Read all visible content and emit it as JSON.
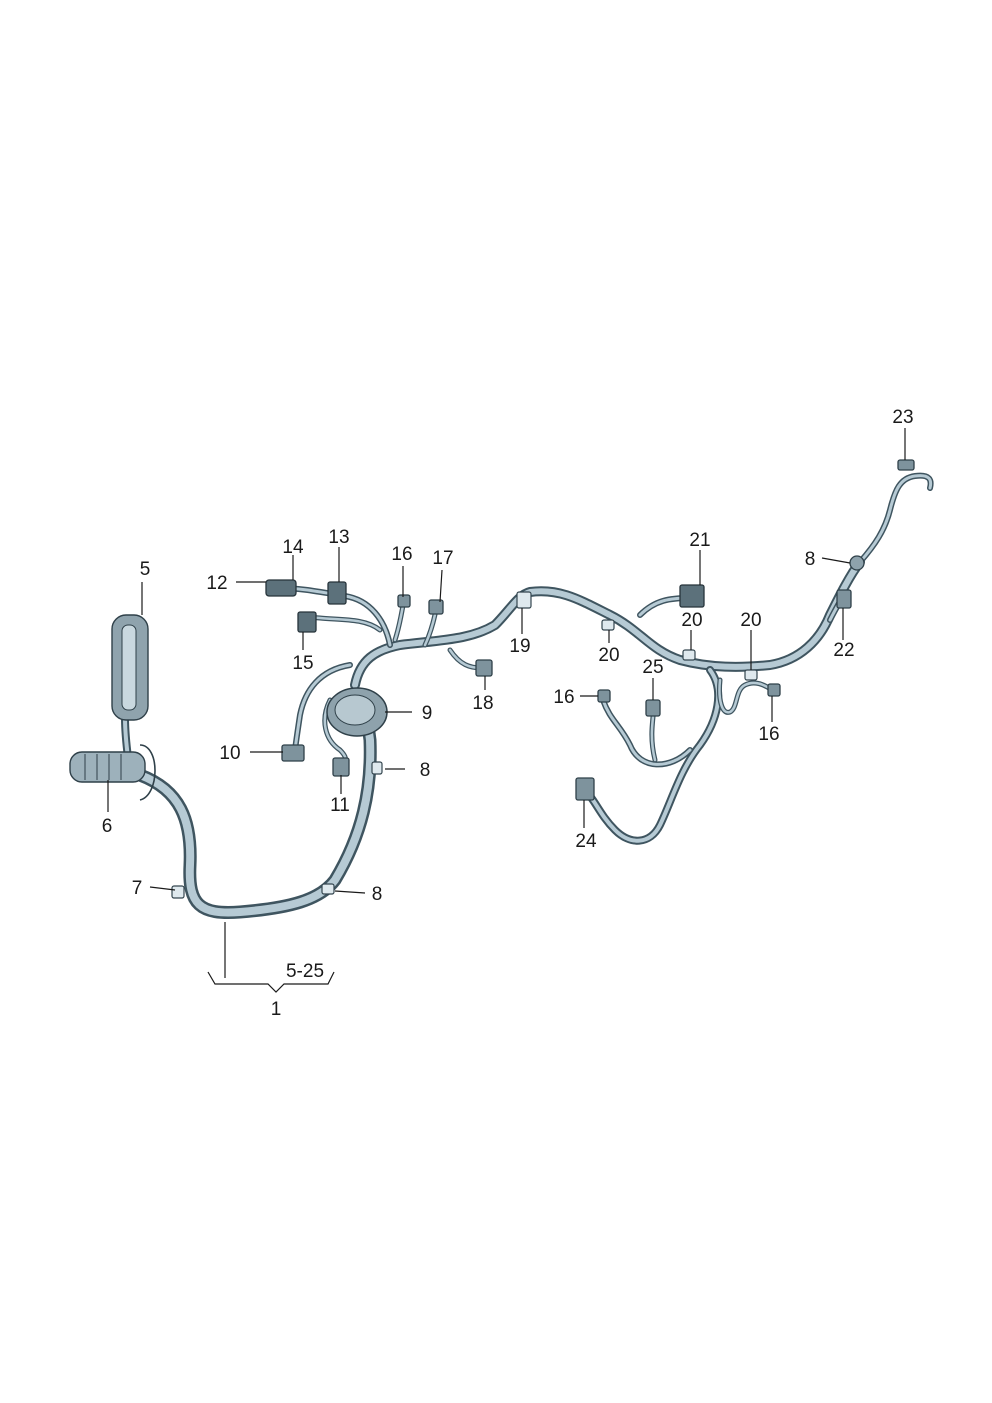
{
  "callouts": [
    {
      "id": "c5",
      "text": "5"
    },
    {
      "id": "c6",
      "text": "6"
    },
    {
      "id": "c7",
      "text": "7"
    },
    {
      "id": "c8a",
      "text": "8"
    },
    {
      "id": "c8b",
      "text": "8"
    },
    {
      "id": "c8c",
      "text": "8"
    },
    {
      "id": "c9",
      "text": "9"
    },
    {
      "id": "c10",
      "text": "10"
    },
    {
      "id": "c11",
      "text": "11"
    },
    {
      "id": "c12",
      "text": "12"
    },
    {
      "id": "c13",
      "text": "13"
    },
    {
      "id": "c14",
      "text": "14"
    },
    {
      "id": "c15",
      "text": "15"
    },
    {
      "id": "c16a",
      "text": "16"
    },
    {
      "id": "c16b",
      "text": "16"
    },
    {
      "id": "c16c",
      "text": "16"
    },
    {
      "id": "c17",
      "text": "17"
    },
    {
      "id": "c18",
      "text": "18"
    },
    {
      "id": "c19",
      "text": "19"
    },
    {
      "id": "c20a",
      "text": "20"
    },
    {
      "id": "c20b",
      "text": "20"
    },
    {
      "id": "c20c",
      "text": "20"
    },
    {
      "id": "c21",
      "text": "21"
    },
    {
      "id": "c22",
      "text": "22"
    },
    {
      "id": "c23",
      "text": "23"
    },
    {
      "id": "c24",
      "text": "24"
    },
    {
      "id": "c25",
      "text": "25"
    },
    {
      "id": "range",
      "text": "5-25"
    },
    {
      "id": "c1",
      "text": "1"
    }
  ],
  "colors": {
    "wire_outline": "#3f5560",
    "wire_fill": "#b6cad4",
    "connector": "#7e939d",
    "label": "#1a1a1a"
  }
}
